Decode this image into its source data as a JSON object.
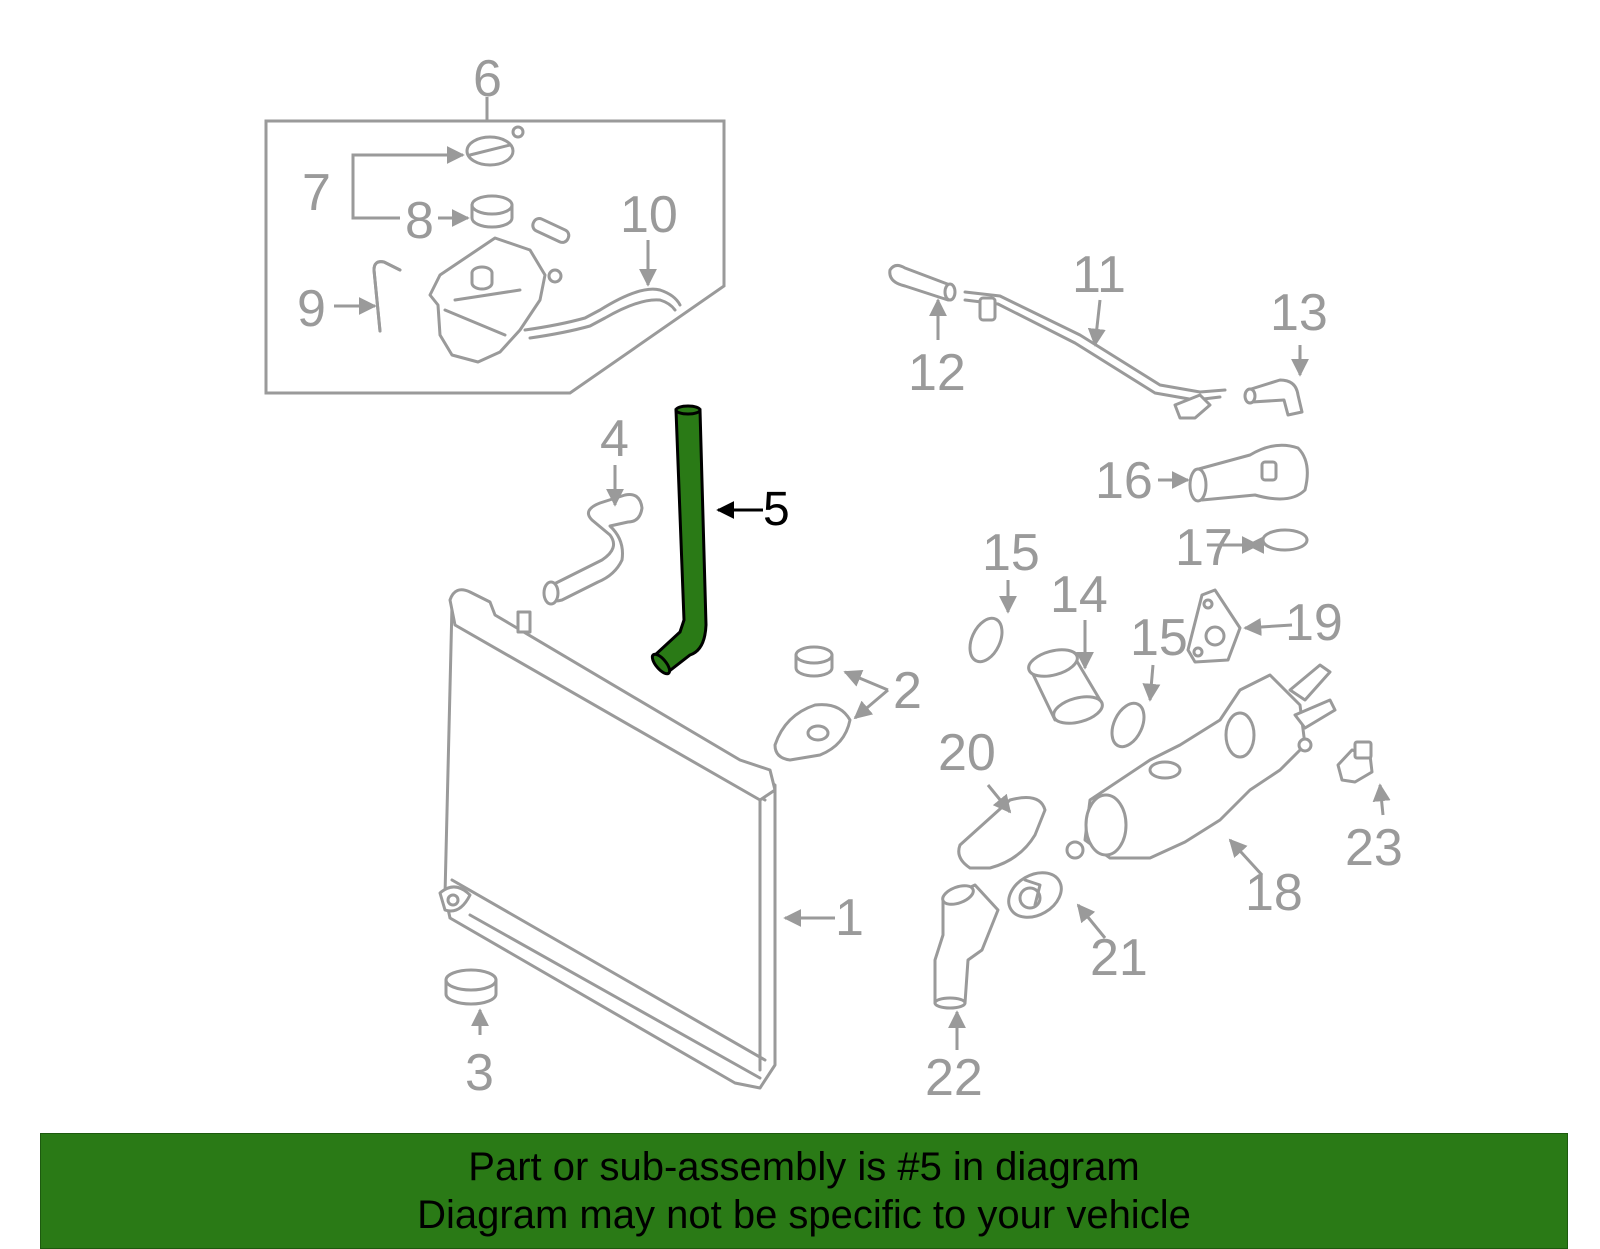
{
  "diagram": {
    "highlight_color": "#2a7a16",
    "line_color": "#9a9a9a",
    "highlighted_part": "5",
    "callouts": [
      "1",
      "2",
      "3",
      "4",
      "5",
      "6",
      "7",
      "8",
      "9",
      "10",
      "11",
      "12",
      "13",
      "14",
      "15",
      "15",
      "16",
      "17",
      "18",
      "19",
      "20",
      "21",
      "22",
      "23"
    ]
  },
  "banner": {
    "line1": "Part or sub-assembly is #5 in diagram",
    "line2": "Diagram may not be specific to your vehicle",
    "background": "#2a7a16"
  }
}
